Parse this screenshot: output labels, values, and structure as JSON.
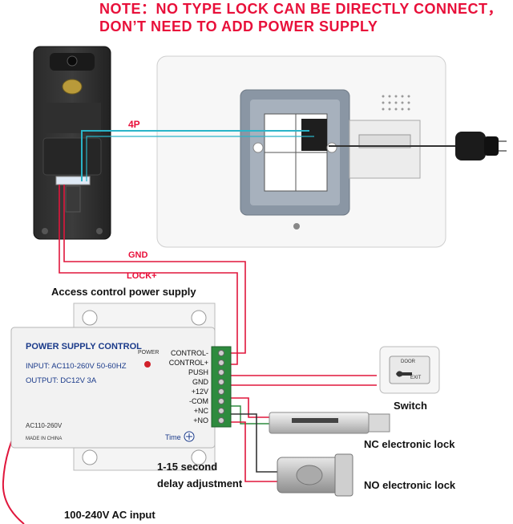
{
  "note": {
    "line1": "NOTE：NO TYPE LOCK CAN BE DIRECTLY CONNECT，",
    "line2": "DON’T NEED TO ADD POWER SUPPLY"
  },
  "labels": {
    "wire_4p": "4P",
    "wire_gnd": "GND",
    "wire_lock": "LOCK+",
    "access_psu": "Access control power supply",
    "switch": "Switch",
    "nc_lock": "NC electronic lock",
    "no_lock": "NO electronic lock",
    "delay_line1": "1-15 second",
    "delay_line2": "delay adjustment",
    "ac_input": "100-240V AC input"
  },
  "psu": {
    "title": "POWER SUPPLY CONTROL",
    "input": "INPUT: AC110-260V 50-60HZ",
    "output": "OUTPUT: DC12V  3A",
    "power": "POWER",
    "ac_range": "AC110-260V",
    "made_in": "MADE IN CHINA",
    "time": "Time",
    "terminals": [
      "CONTROL-",
      "CONTROL+",
      "PUSH",
      "GND",
      "+12V",
      "-COM",
      "+NC",
      "+NO"
    ]
  },
  "exit_button": {
    "top": "DOOR",
    "bottom": "EXIT"
  },
  "colors": {
    "note_red": "#e8103a",
    "wire_red": "#e0163c",
    "wire_cyan": "#2ab4c8",
    "wire_dark": "#333333",
    "psu_body": "#f2f2f2",
    "psu_label_blue": "#1a3a8a",
    "terminal_green": "#2e8b3e",
    "monitor_body": "#f7f7f7",
    "bracket_gray": "#8a96a4"
  }
}
